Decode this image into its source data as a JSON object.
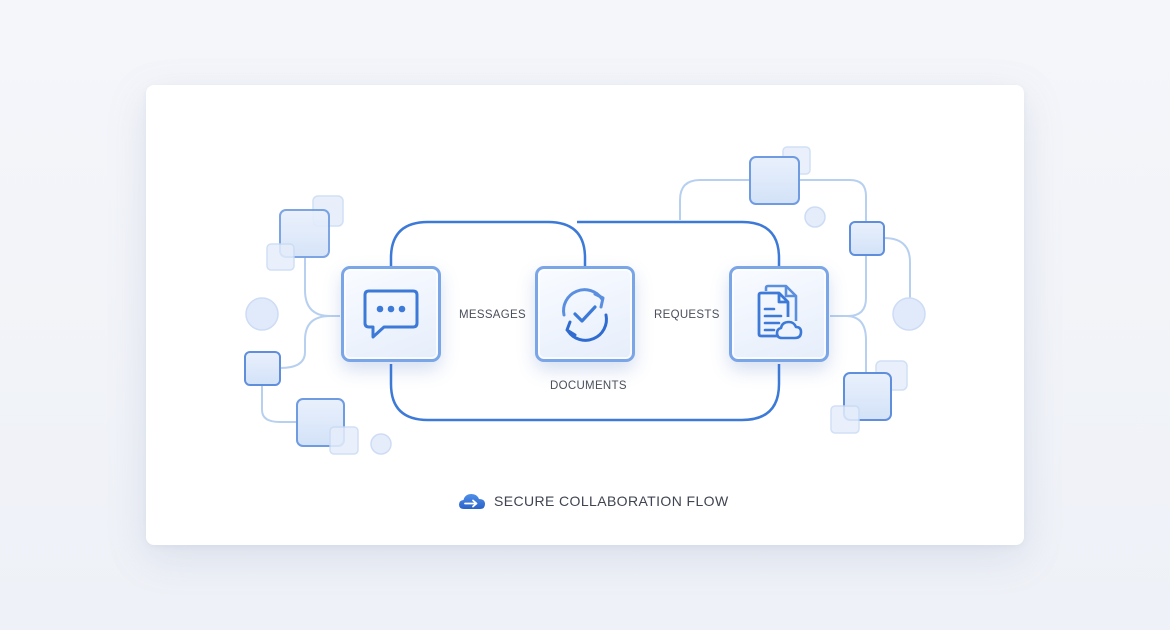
{
  "diagram": {
    "nodes": [
      {
        "id": "messages-node",
        "icon": "chat-bubble-icon"
      },
      {
        "id": "sync-node",
        "icon": "sync-check-icon"
      },
      {
        "id": "documents-node",
        "icon": "documents-cloud-icon"
      }
    ],
    "labels": {
      "messages": "MESSAGES",
      "requests": "REQUESTS",
      "documents": "DOCUMENTS"
    },
    "footer": {
      "icon": "cloud-arrow-icon",
      "title": "SECURE COLLABORATION FLOW"
    },
    "colors": {
      "primary": "#3d7ad8",
      "node_border": "#7aa5e6",
      "light_line": "#b8d0f0",
      "tile_fill": "#dde8f9",
      "background": "#f3f5f9",
      "card": "#ffffff"
    }
  }
}
